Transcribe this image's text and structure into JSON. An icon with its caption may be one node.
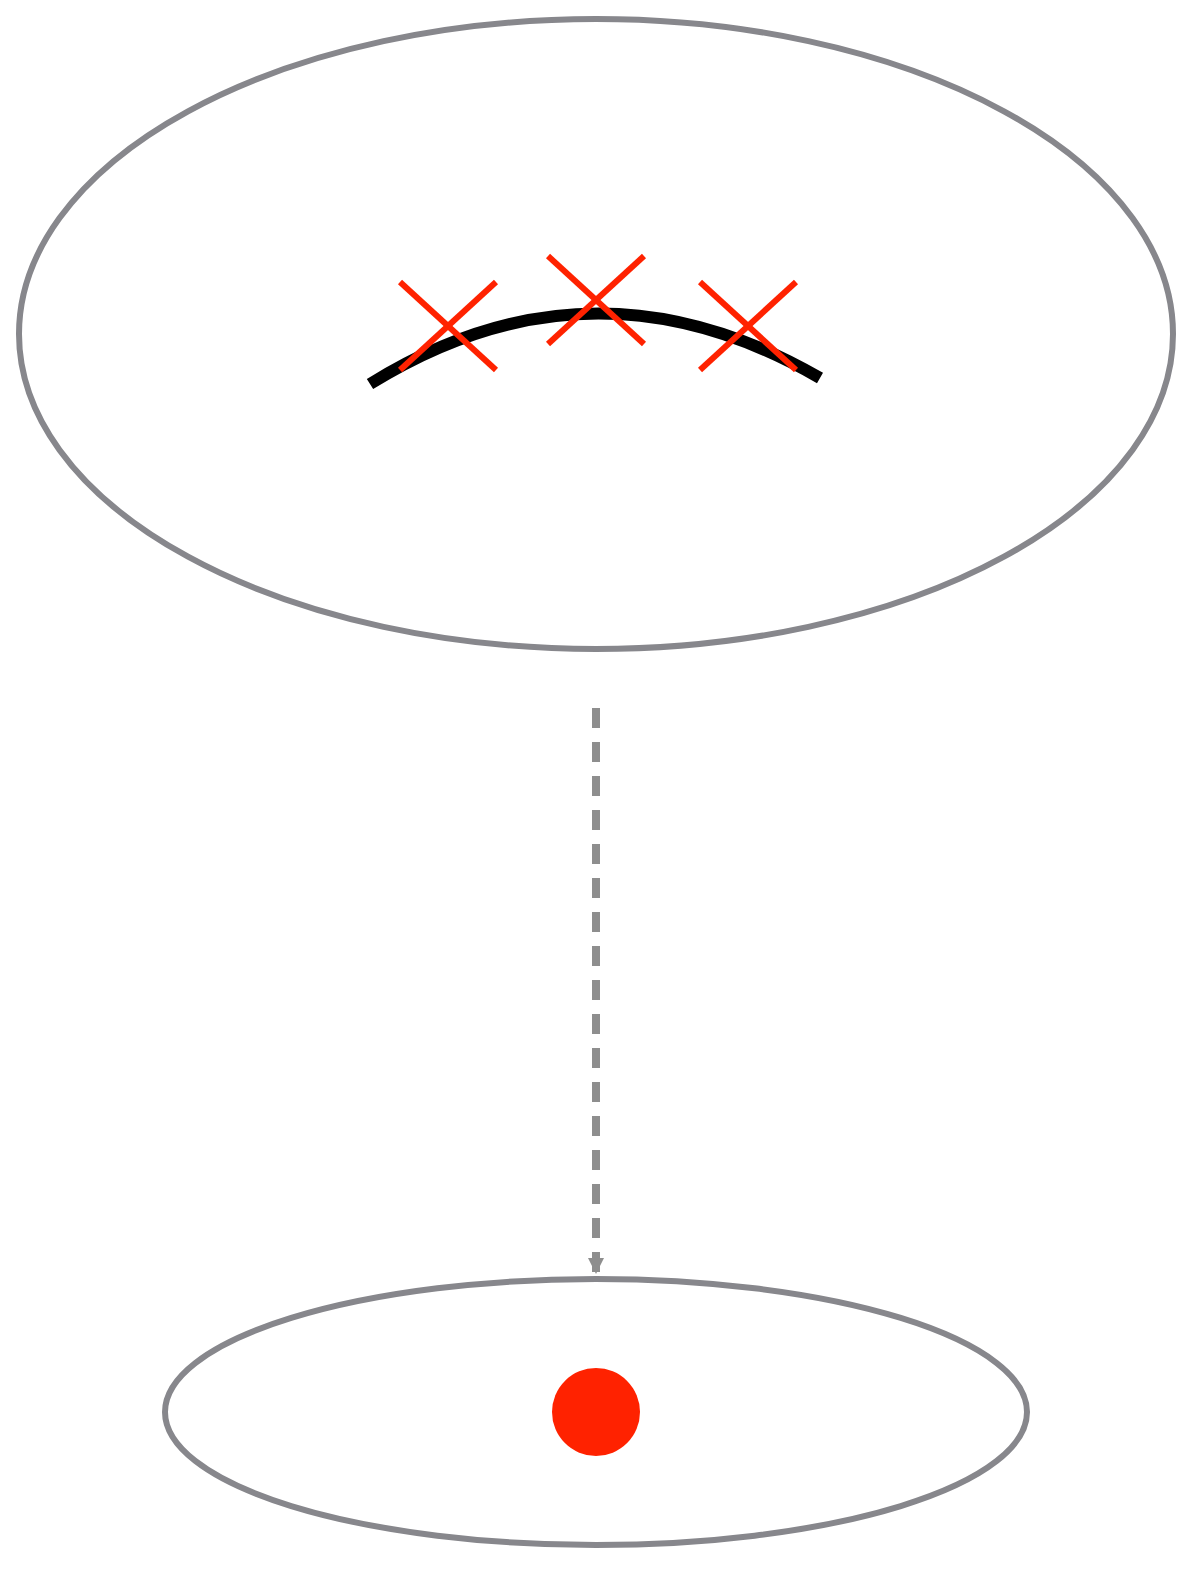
{
  "diagram": {
    "nodes": [
      {
        "text": [],
        "shape": "ellipse"
      },
      {
        "text": [],
        "shape": "ellipse"
      }
    ],
    "edges": [
      {
        "from": 0,
        "to": 1,
        "arrow": "to",
        "style": "dashed"
      }
    ]
  }
}
